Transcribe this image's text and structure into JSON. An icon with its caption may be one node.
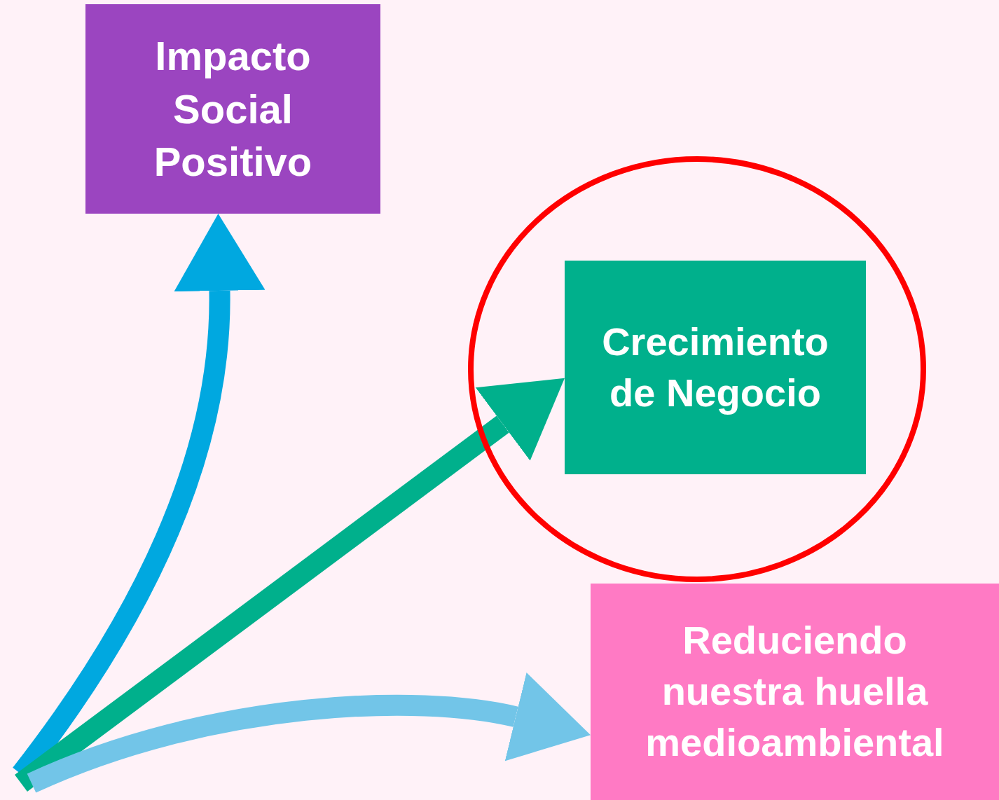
{
  "diagram": {
    "nodes": [
      {
        "text": [
          "Impacto Social Positivo"
        ]
      },
      {
        "text": [],
        "shape": "circle"
      },
      {
        "text": [
          "Crecimiento de Negocio"
        ],
        "in": 1
      },
      {
        "text": [
          "Reduciendo nuestra huella medioambiental"
        ]
      }
    ],
    "edges": [
      {
        "from": null,
        "to": 0,
        "arrow": "to",
        "color": "#00a8e0"
      },
      {
        "from": null,
        "to": 2,
        "arrow": "to",
        "color": "#00b08c"
      },
      {
        "from": null,
        "to": 3,
        "arrow": "to",
        "color": "#72c5e8"
      }
    ]
  }
}
